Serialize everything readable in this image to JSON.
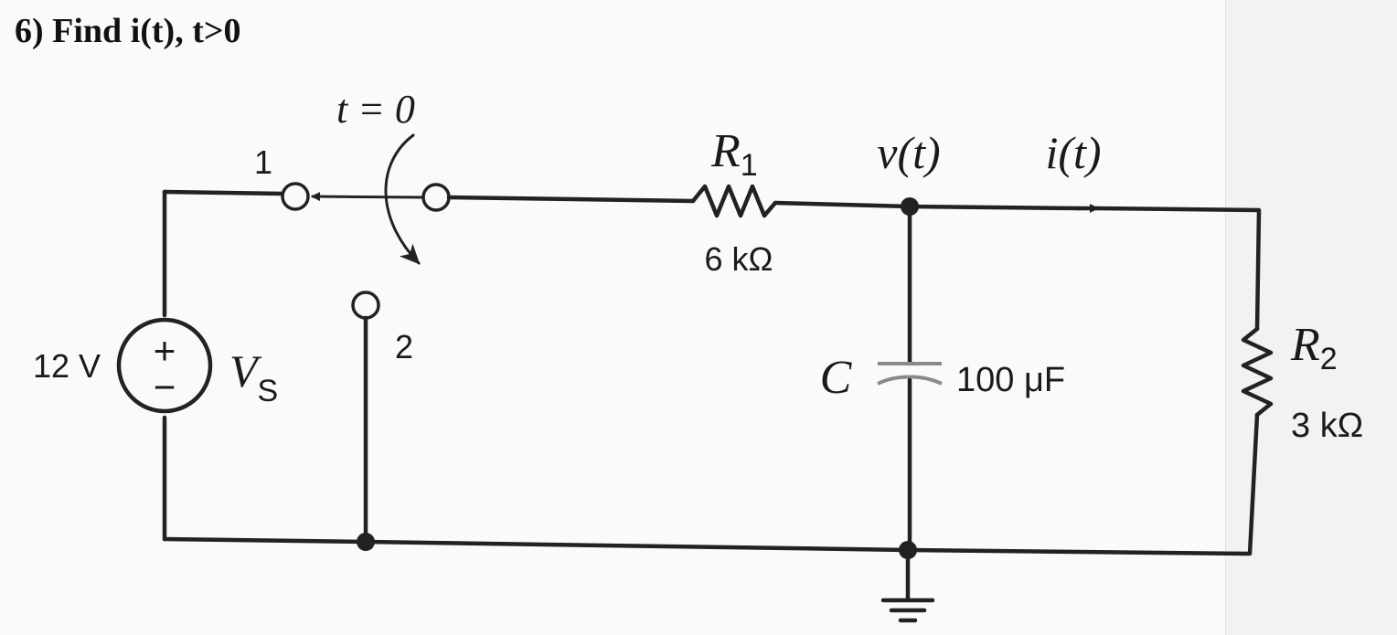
{
  "problem": {
    "title": "6) Find i(t), t>0"
  },
  "switch": {
    "time_label": "t = 0",
    "terminal_1": "1",
    "terminal_2": "2"
  },
  "source": {
    "value": "12 V",
    "symbol": "V",
    "subscript": "S",
    "plus": "+",
    "minus": "−"
  },
  "r1": {
    "symbol": "R",
    "subscript": "1",
    "value": "6 kΩ"
  },
  "node": {
    "voltage_label": "v(t)"
  },
  "current": {
    "label": "i(t)"
  },
  "capacitor": {
    "symbol": "C",
    "value": "100 μF"
  },
  "r2": {
    "symbol": "R",
    "subscript": "2",
    "value": "3 kΩ"
  },
  "colors": {
    "ink": "#222222",
    "capacitor": "#8a8a8a",
    "paper": "#fafafa"
  }
}
